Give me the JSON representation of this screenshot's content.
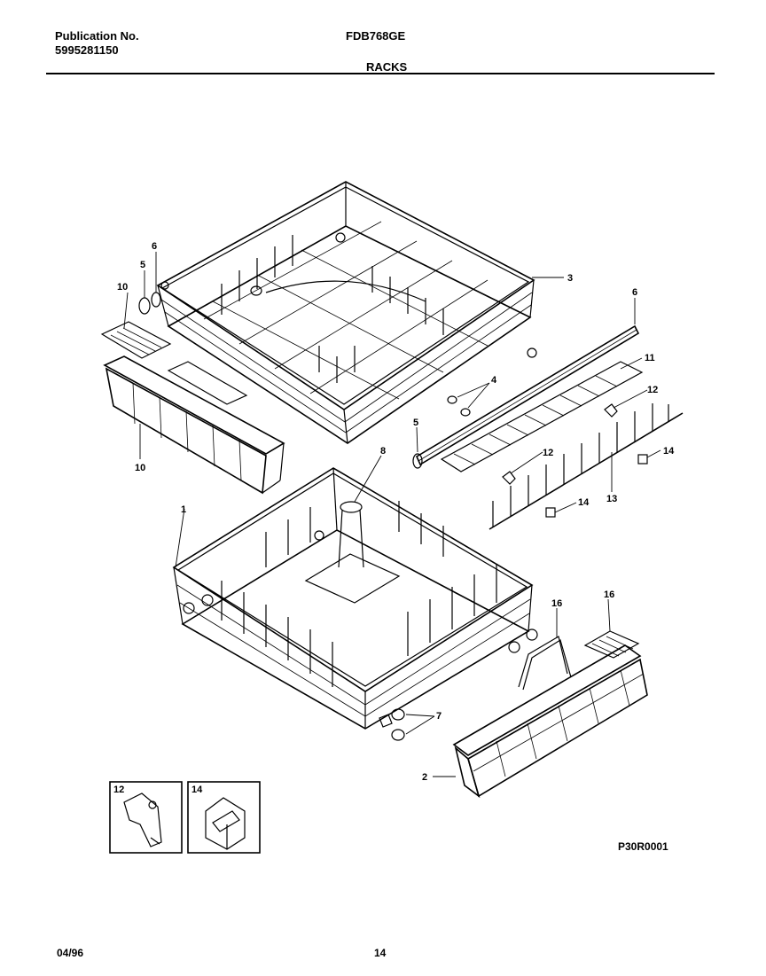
{
  "header": {
    "publication_label": "Publication No.",
    "publication_number": "5995281150",
    "model": "FDB768GE",
    "section": "RACKS"
  },
  "footer": {
    "date": "04/96",
    "page": "14"
  },
  "figure_code": "P30R0001",
  "callouts": {
    "c1": "1",
    "c2": "2",
    "c3": "3",
    "c4": "4",
    "c5a": "5",
    "c5b": "5",
    "c6a": "6",
    "c6b": "6",
    "c7": "7",
    "c8": "8",
    "c10a": "10",
    "c10b": "10",
    "c11": "11",
    "c12a": "12",
    "c12b": "12",
    "c13": "13",
    "c14a": "14",
    "c14b": "14",
    "c16a": "16",
    "c16b": "16",
    "inset12": "12",
    "inset14": "14"
  }
}
